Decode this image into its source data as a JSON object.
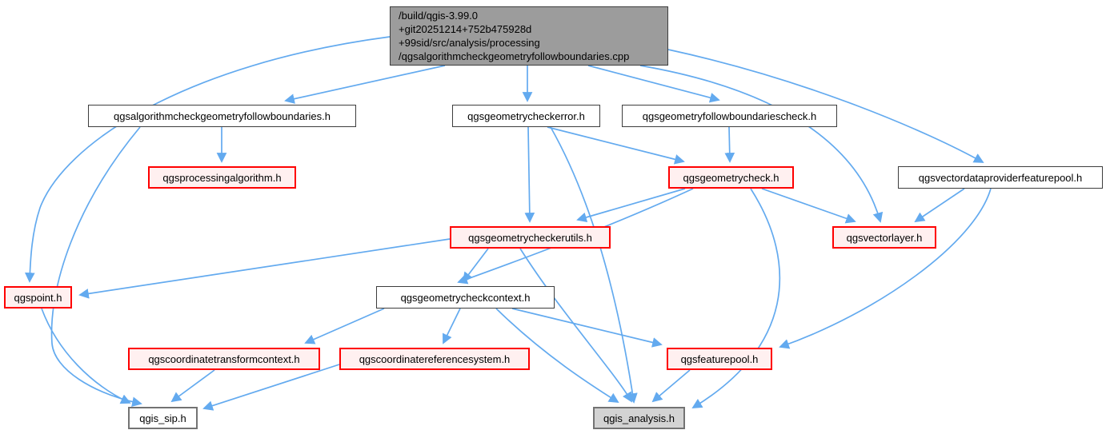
{
  "diagram": {
    "kind": "doxygen-include-dependency-graph",
    "colors": {
      "edge": "#63aaef",
      "red_node_border": "#ff0000",
      "red_node_fill": "#fff0f0",
      "normal_node_border": "#3d3d3d",
      "normal_node_fill": "#ffffff",
      "root_node_fill": "#9c9c9c",
      "gray_node_fill": "#d3d3d3",
      "gray_node_border": "#737373"
    }
  },
  "root": {
    "lines": [
      "/build/qgis-3.99.0",
      "+git20251214+752b475928d",
      "+99sid/src/analysis/processing",
      "/qgsalgorithmcheckgeometryfollowboundaries.cpp"
    ]
  },
  "nodes": {
    "algo": {
      "label": "qgsalgorithmcheckgeometryfollowboundaries.h",
      "style": "normal"
    },
    "err": {
      "label": "qgsgeometrycheckerror.h",
      "style": "normal"
    },
    "fbc": {
      "label": "qgsgeometryfollowboundariescheck.h",
      "style": "normal"
    },
    "palg": {
      "label": "qgsprocessingalgorithm.h",
      "style": "red"
    },
    "chk": {
      "label": "qgsgeometrycheck.h",
      "style": "red"
    },
    "vdfp": {
      "label": "qgsvectordataproviderfeaturepool.h",
      "style": "normal"
    },
    "utils": {
      "label": "qgsgeometrycheckerutils.h",
      "style": "red"
    },
    "vlayer": {
      "label": "qgsvectorlayer.h",
      "style": "red"
    },
    "point": {
      "label": "qgspoint.h",
      "style": "red"
    },
    "ctx": {
      "label": "qgsgeometrycheckcontext.h",
      "style": "normal"
    },
    "tctx": {
      "label": "qgscoordinatetransformcontext.h",
      "style": "red"
    },
    "crs": {
      "label": "qgscoordinatereferencesystem.h",
      "style": "red"
    },
    "fpool": {
      "label": "qgsfeaturepool.h",
      "style": "red"
    },
    "sip": {
      "label": "qgis_sip.h",
      "style": "gray-border"
    },
    "analysis": {
      "label": "qgis_analysis.h",
      "style": "gray-fill"
    }
  },
  "edges": [
    {
      "from": "root",
      "to": "algo"
    },
    {
      "from": "root",
      "to": "err"
    },
    {
      "from": "root",
      "to": "fbc"
    },
    {
      "from": "root",
      "to": "point"
    },
    {
      "from": "root",
      "to": "vlayer"
    },
    {
      "from": "root",
      "to": "vdfp"
    },
    {
      "from": "algo",
      "to": "palg"
    },
    {
      "from": "algo",
      "to": "sip"
    },
    {
      "from": "err",
      "to": "chk"
    },
    {
      "from": "err",
      "to": "utils"
    },
    {
      "from": "err",
      "to": "analysis"
    },
    {
      "from": "fbc",
      "to": "chk"
    },
    {
      "from": "chk",
      "to": "utils"
    },
    {
      "from": "chk",
      "to": "ctx"
    },
    {
      "from": "chk",
      "to": "vlayer"
    },
    {
      "from": "chk",
      "to": "analysis"
    },
    {
      "from": "vdfp",
      "to": "vlayer"
    },
    {
      "from": "vdfp",
      "to": "fpool"
    },
    {
      "from": "utils",
      "to": "point"
    },
    {
      "from": "utils",
      "to": "ctx"
    },
    {
      "from": "utils",
      "to": "analysis"
    },
    {
      "from": "ctx",
      "to": "tctx"
    },
    {
      "from": "ctx",
      "to": "crs"
    },
    {
      "from": "ctx",
      "to": "fpool"
    },
    {
      "from": "ctx",
      "to": "analysis"
    },
    {
      "from": "point",
      "to": "sip"
    },
    {
      "from": "tctx",
      "to": "sip"
    },
    {
      "from": "crs",
      "to": "sip"
    },
    {
      "from": "fpool",
      "to": "analysis"
    }
  ]
}
